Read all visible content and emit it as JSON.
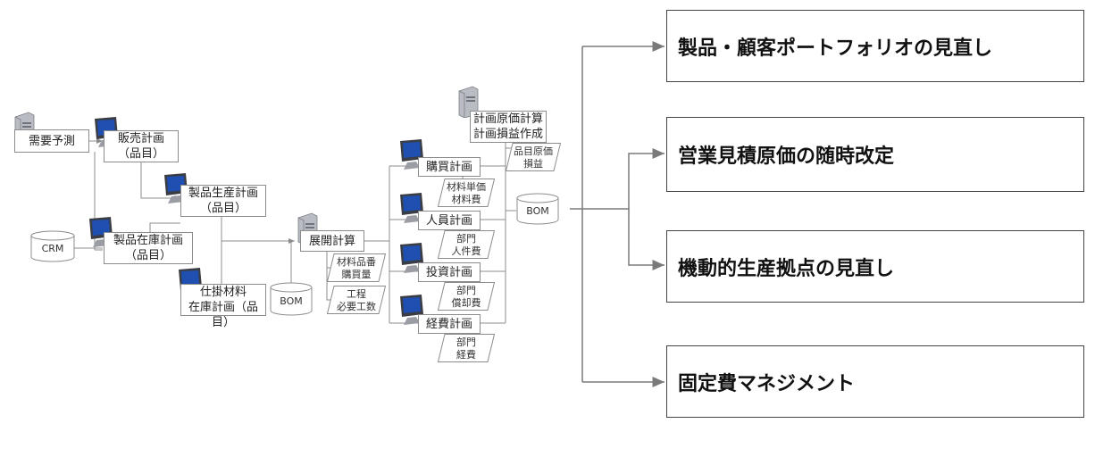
{
  "nodes": {
    "demand_forecast": "需要予測",
    "sales_plan": [
      "販売計画",
      "（品目）"
    ],
    "production_plan": [
      "製品生産計画",
      "（品目）"
    ],
    "inventory_plan": [
      "製品在庫計画",
      "（品目）"
    ],
    "wip_plan": [
      "仕掛材料",
      "在庫計画（品目）"
    ],
    "crm": "CRM",
    "bom_left": "BOM",
    "explosion": "展開計算",
    "material_qty": [
      "材料品番",
      "購買量"
    ],
    "process_hours": [
      "工程",
      "必要工数"
    ],
    "purchase_plan": "購買計画",
    "material_cost": [
      "材料単価",
      "材料費"
    ],
    "staff_plan": "人員計画",
    "dept_personnel": [
      "部門",
      "人件費"
    ],
    "investment_plan": "投資計画",
    "dept_depreciation": [
      "部門",
      "償却費"
    ],
    "expense_plan": "経費計画",
    "dept_expense": [
      "部門",
      "経費"
    ],
    "cost_calc": [
      "計画原価計算",
      "計画損益作成"
    ],
    "item_cost": [
      "品目原価",
      "損益"
    ],
    "bom_right": "BOM"
  },
  "outcomes": [
    "製品・顧客ポートフォリオの見直し",
    "営業見積原価の随時改定",
    "機動的生産拠点の見直し",
    "固定費マネジメント"
  ],
  "colors": {
    "line": "#8c8c8c",
    "arrow": "#7a7a7a",
    "screen": "#1f4fb0",
    "server": "#b9bcc2"
  },
  "icons": {
    "server": "server-icon",
    "monitor": "monitor-icon"
  }
}
